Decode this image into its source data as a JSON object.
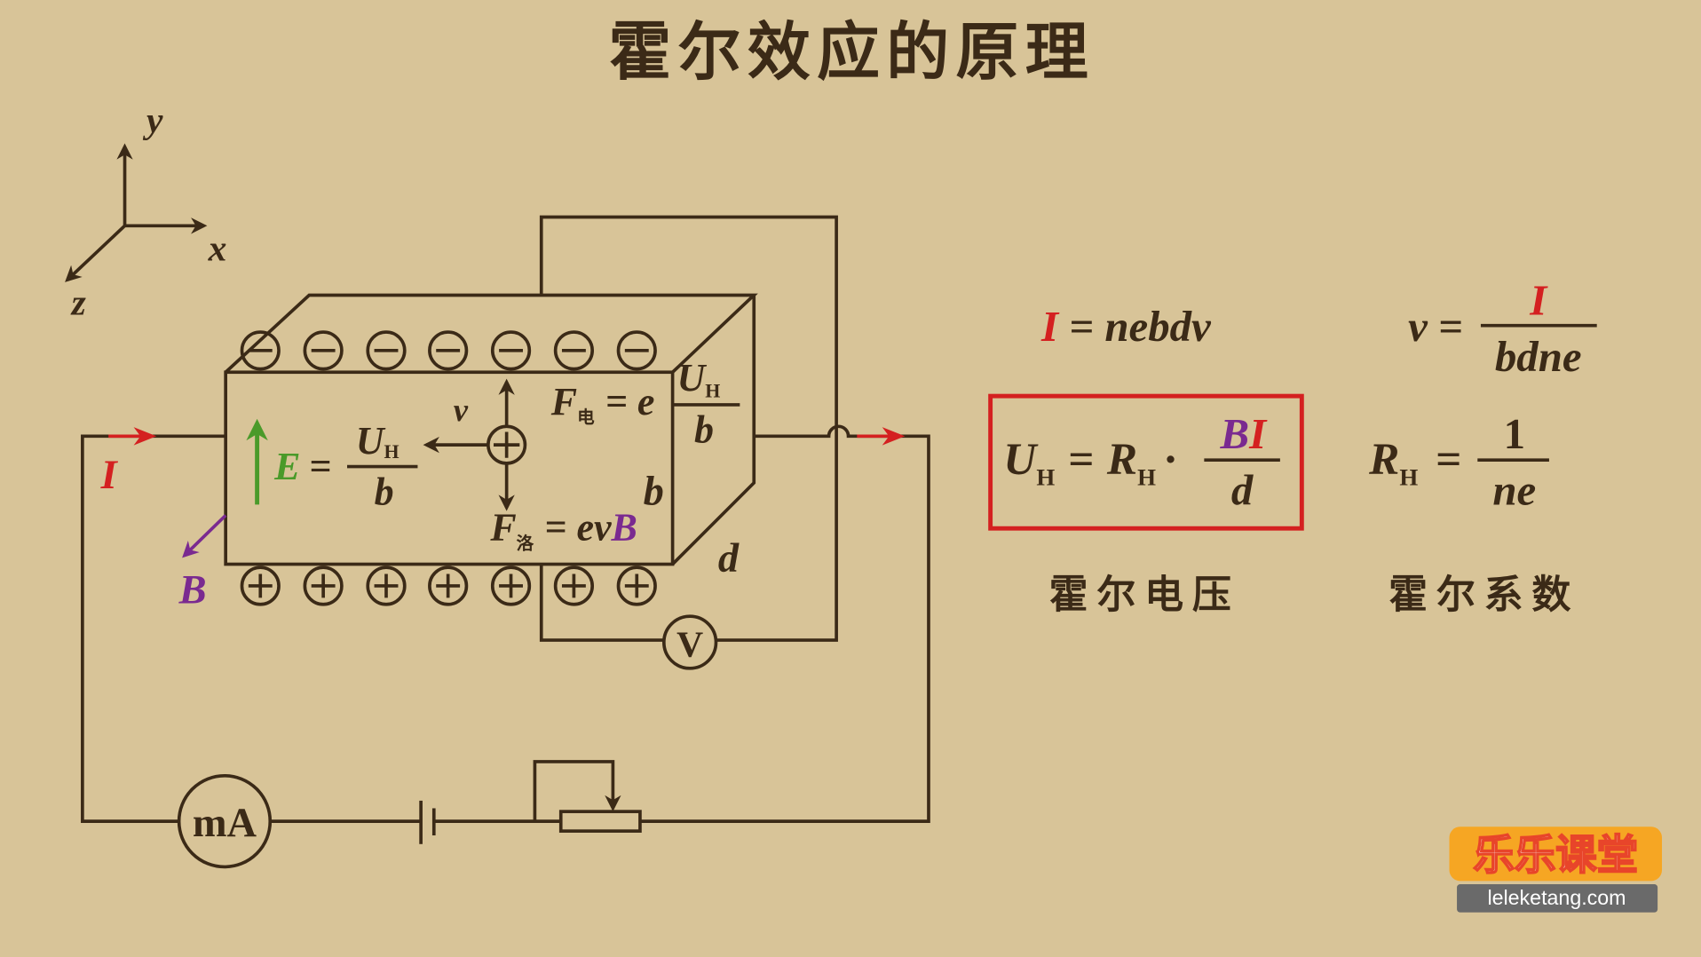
{
  "title": "霍尔效应的原理",
  "axes": {
    "x": "x",
    "y": "y",
    "z": "z"
  },
  "diagram": {
    "current_label": "I",
    "field_label": "B",
    "e_field": {
      "E": "E",
      "eq": "=",
      "num": "U",
      "num_sub": "H",
      "den": "b"
    },
    "velocity": "v",
    "f_electric": {
      "F": "F",
      "sub": "电",
      "eq": "= e",
      "num": "U",
      "num_sub": "H",
      "den": "b"
    },
    "f_lorentz": {
      "F": "F",
      "sub": "洛",
      "eq": "= ev",
      "B": "B"
    },
    "dim_b": "b",
    "dim_d": "d",
    "voltmeter": "V",
    "ammeter": "mA",
    "minus": "−",
    "plus": "+"
  },
  "formulas": {
    "current": {
      "I": "I",
      "rest": "= nebdv"
    },
    "velocity": {
      "lhs": "v =",
      "num": "I",
      "den": "bdne"
    },
    "hall_voltage": {
      "U": "U",
      "U_sub": "H",
      "eq": "=",
      "R": "R",
      "R_sub": "H",
      "dot": "·",
      "B": "B",
      "I": "I",
      "den": "d"
    },
    "hall_coef": {
      "R": "R",
      "R_sub": "H",
      "eq": "=",
      "num": "1",
      "den": "ne"
    },
    "label_voltage": "霍尔电压",
    "label_coef": "霍尔系数"
  },
  "logo": {
    "text": "乐乐课堂",
    "url": "leleketang.com"
  },
  "colors": {
    "ink": "#3b2a17",
    "red": "#d42020",
    "purple": "#7a2a90",
    "green": "#4a9a2a",
    "background": "#d8c498"
  }
}
